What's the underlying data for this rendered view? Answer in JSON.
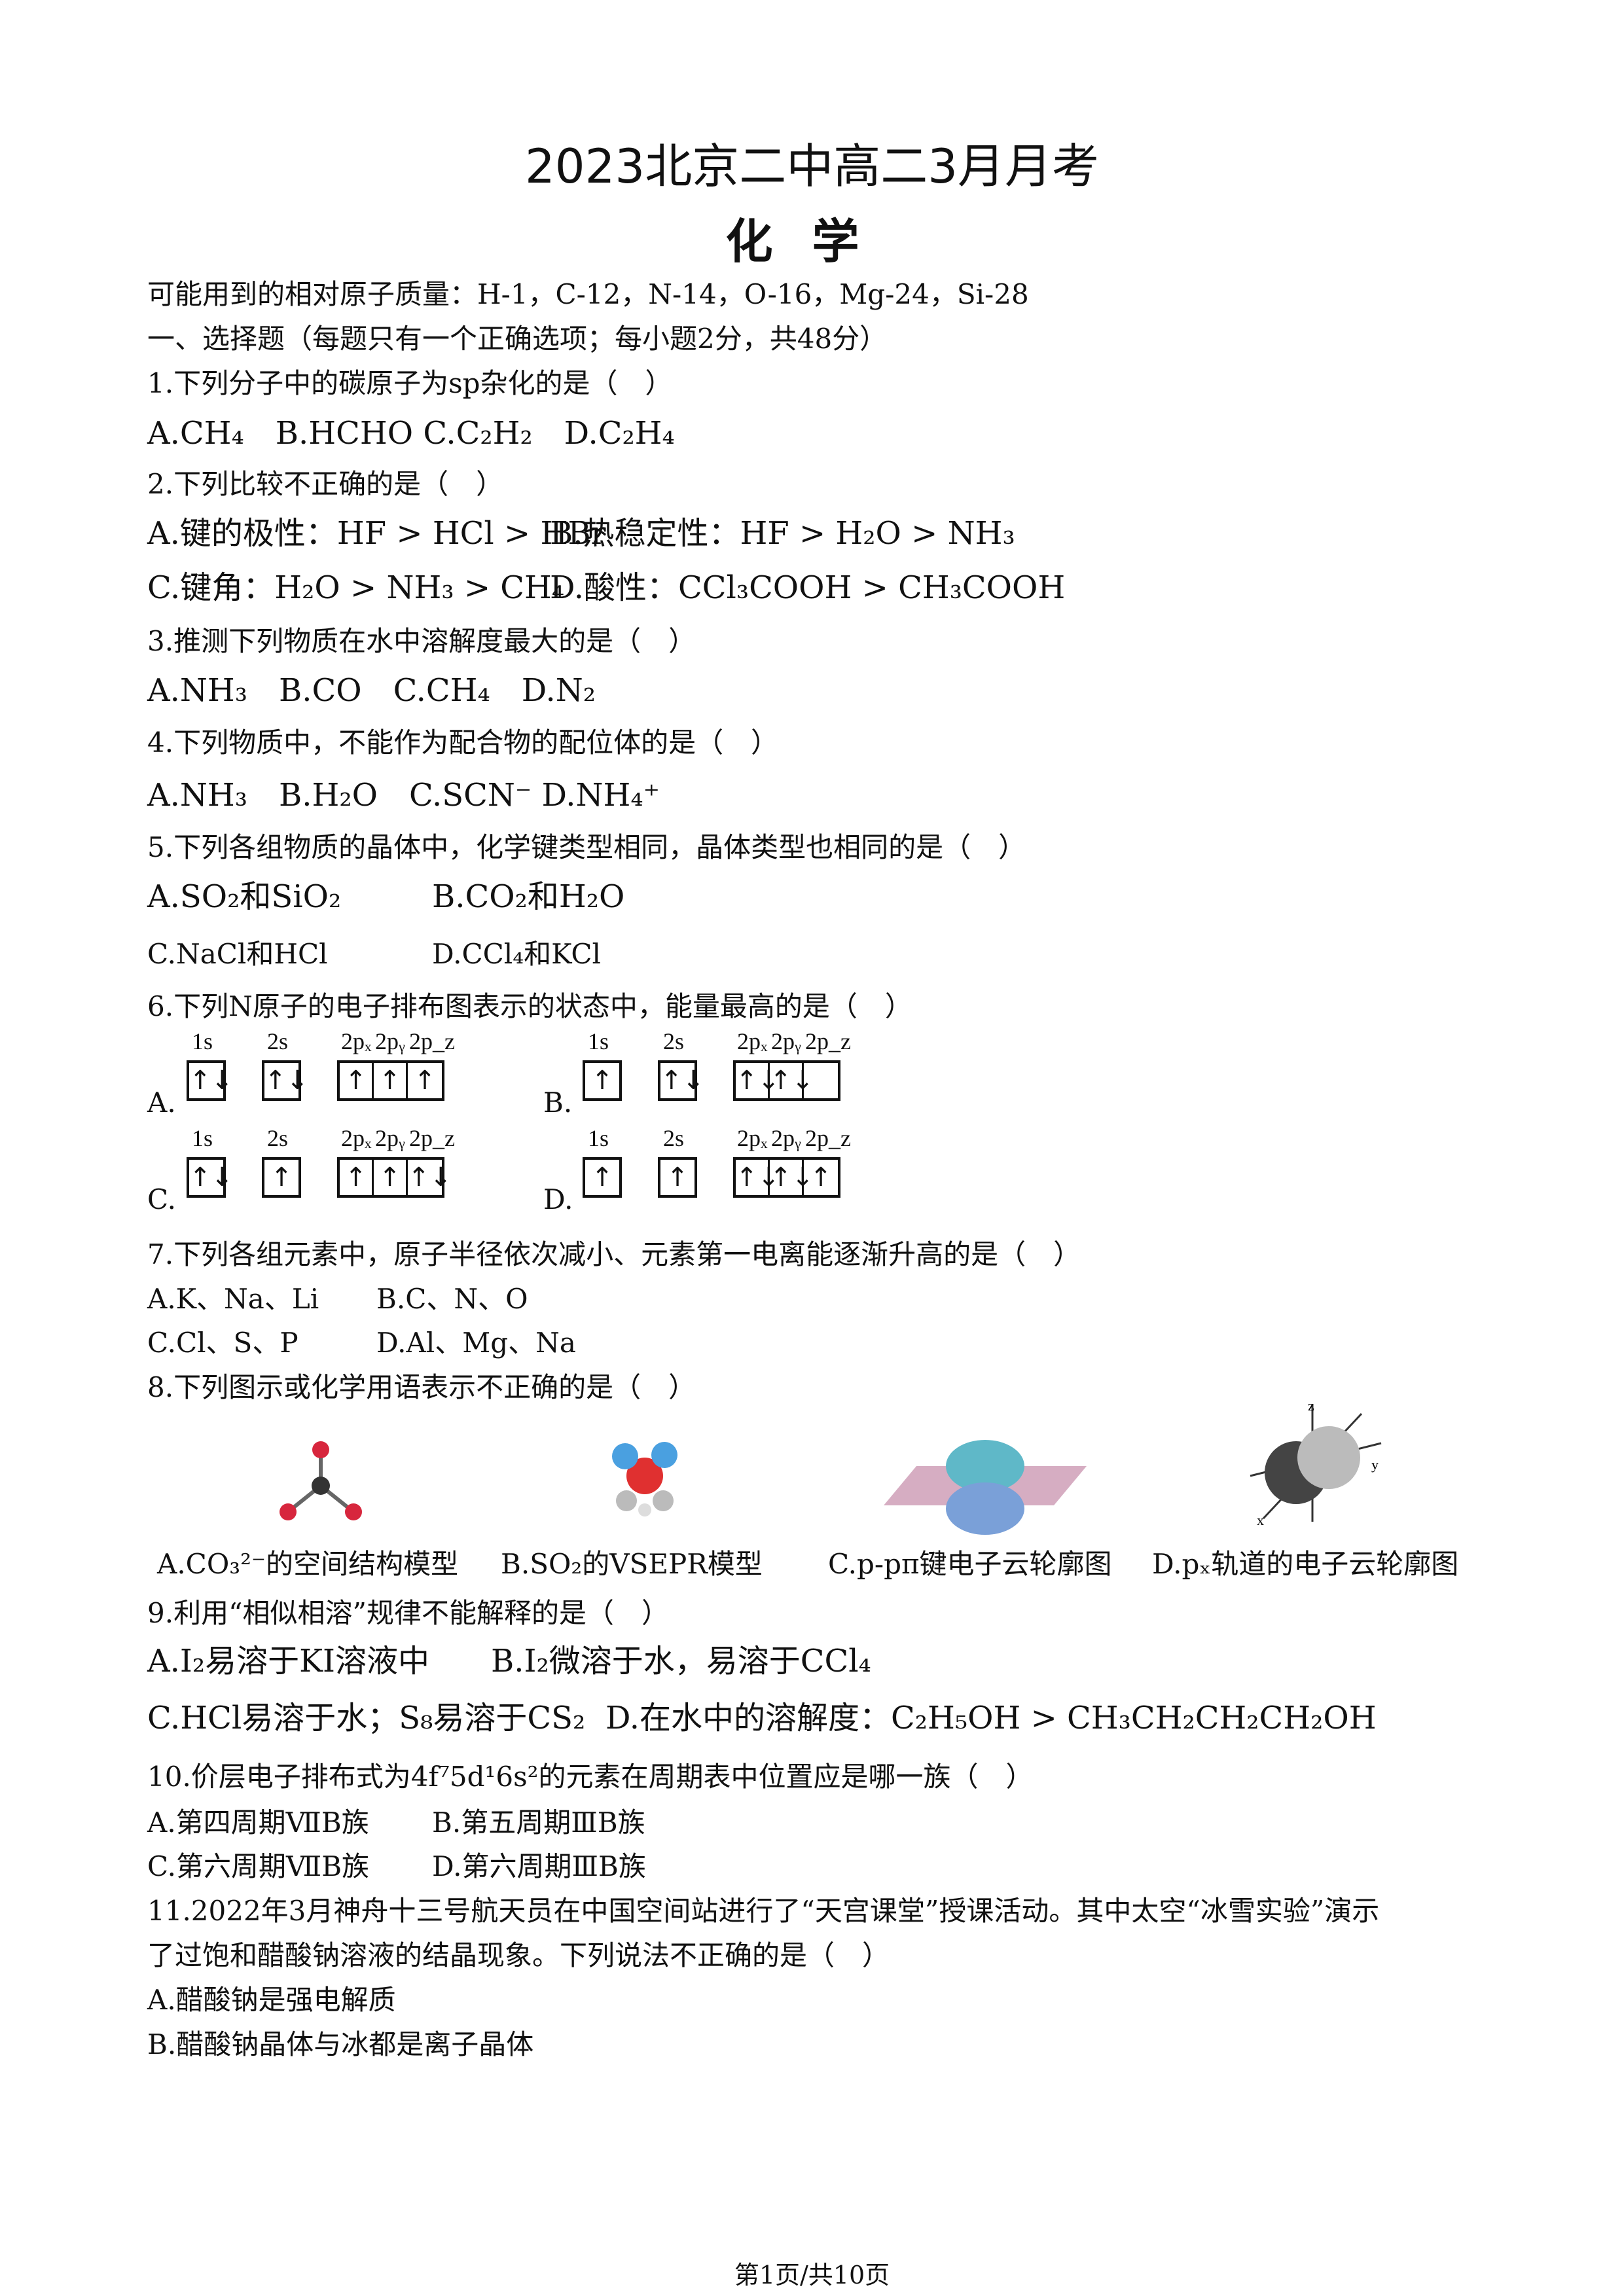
{
  "title": "2023北京二中高二3月月考",
  "subject": "化学",
  "atomic_masses": "可能用到的相对原子质量：H-1，C-12，N-14，O-16，Mg-24，Si-28",
  "section_title": "一、选择题（每题只有一个正确选项；每小题2分，共48分）",
  "q1": {
    "stem": "1.下列分子中的碳原子为sp杂化的是（　）",
    "opts": "A.CH₄　B.HCHO C.C₂H₂　D.C₂H₄"
  },
  "q2": {
    "stem": "2.下列比较不正确的是（　）",
    "optA": "A.键的极性：HF > HCl > HBr",
    "optB": "B.热稳定性：HF > H₂O > NH₃",
    "optC": "C.键角：H₂O > NH₃ > CH₄",
    "optD": "D.酸性：CCl₃COOH > CH₃COOH"
  },
  "q3": {
    "stem": "3.推测下列物质在水中溶解度最大的是（　）",
    "opts": "A.NH₃　B.CO　C.CH₄　D.N₂"
  },
  "q4": {
    "stem": "4.下列物质中，不能作为配合物的配位体的是（　）",
    "opts": "A.NH₃　B.H₂O　C.SCN⁻ D.NH₄⁺"
  },
  "q5": {
    "stem": "5.下列各组物质的晶体中，化学键类型相同，晶体类型也相同的是（　）",
    "optA": "A.SO₂和SiO₂",
    "optB": "B.CO₂和H₂O",
    "optC": "C.NaCl和HCl",
    "optD": "D.CCl₄和KCl"
  },
  "q6": {
    "stem": "6.下列N原子的电子排布图表示的状态中，能量最高的是（　）",
    "labels": [
      "A.",
      "B.",
      "C.",
      "D."
    ],
    "orbital_labels": [
      "1s",
      "2s",
      "2pₓ",
      "2pᵧ",
      "2p_z"
    ],
    "configs": {
      "A": [
        [
          "↑↓"
        ],
        [
          "↑↓"
        ],
        [
          "↑",
          "↑",
          "↑"
        ]
      ],
      "B": [
        [
          "↑"
        ],
        [
          "↑↓"
        ],
        [
          "↑↓",
          "↑↓",
          ""
        ]
      ],
      "C": [
        [
          "↑↓"
        ],
        [
          "↑"
        ],
        [
          "↑",
          "↑",
          "↑↓"
        ]
      ],
      "D": [
        [
          "↑"
        ],
        [
          "↑"
        ],
        [
          "↑↓",
          "↑↓",
          "↑"
        ]
      ]
    }
  },
  "q7": {
    "stem": "7.下列各组元素中，原子半径依次减小、元素第一电离能逐渐升高的是（　）",
    "optA": "A.K、Na、Li",
    "optB": "B.C、N、O",
    "optC": "C.Cl、S、P",
    "optD": "D.Al、Mg、Na"
  },
  "q8": {
    "stem": "8.下列图示或化学用语表示不正确的是（　）",
    "capA": "A.CO₃²⁻的空间结构模型",
    "capB": "B.SO₂的VSEPR模型",
    "capC": "C.p-pπ键电子云轮廓图",
    "capD": "D.pₓ轨道的电子云轮廓图"
  },
  "q9": {
    "stem": "9.利用“相似相溶”规律不能解释的是（　）",
    "optA": "A.I₂易溶于KI溶液中",
    "optB": "B.I₂微溶于水，易溶于CCl₄",
    "optC": "C.HCl易溶于水；S₈易溶于CS₂",
    "optD": "D.在水中的溶解度：C₂H₅OH > CH₃CH₂CH₂CH₂OH"
  },
  "q10": {
    "stem": "10.价层电子排布式为4f⁷5d¹6s²的元素在周期表中位置应是哪一族（　）",
    "optA": "A.第四周期ⅦB族",
    "optB": "B.第五周期ⅢB族",
    "optC": "C.第六周期ⅦB族",
    "optD": "D.第六周期ⅢB族"
  },
  "q11": {
    "stem1": "11.2022年3月神舟十三号航天员在中国空间站进行了“天宫课堂”授课活动。其中太空“冰雪实验”演示",
    "stem2": "了过饱和醋酸钠溶液的结晶现象。下列说法不正确的是（　）",
    "optA": "A.醋酸钠是强电解质",
    "optB": "B.醋酸钠晶体与冰都是离子晶体"
  },
  "footer": "第1页/共10页"
}
